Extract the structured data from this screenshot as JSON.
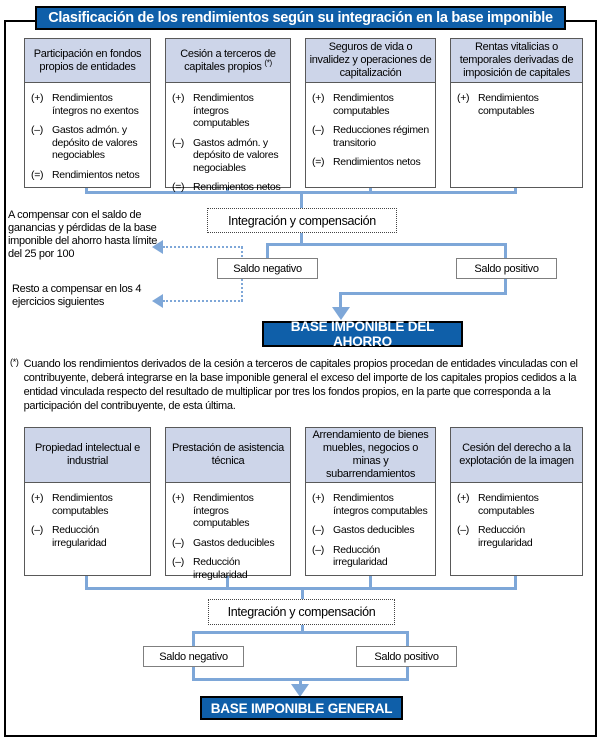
{
  "title": "Clasificación de los rendimientos según su integración en la base imponible",
  "theme": {
    "brand": "#0f5fa9",
    "header_bg": "#cdd5e9",
    "connector": "#7ea7d8",
    "box_border": "#595959",
    "saldo_border": "#7f7f7f"
  },
  "sections": [
    {
      "name": "base imponible del ahorro",
      "boxes": [
        {
          "header": "Participación en fondos propios de entidades",
          "items": [
            {
              "m": "(+)",
              "t": "Rendimientos íntegros no exentos"
            },
            {
              "m": "(–)",
              "t": "Gastos admón. y depósito de valores negociables"
            },
            {
              "m": "(=)",
              "t": "Rendimientos netos"
            }
          ]
        },
        {
          "header": "Cesión a terceros de capitales propios",
          "note": "(*)",
          "items": [
            {
              "m": "(+)",
              "t": "Rendimientos íntegros computables"
            },
            {
              "m": "(–)",
              "t": "Gastos admón. y depósito de valores negociables"
            },
            {
              "m": "(=)",
              "t": "Rendimientos netos"
            }
          ]
        },
        {
          "header": "Seguros de vida o invalidez y operaciones de capitalización",
          "items": [
            {
              "m": "(+)",
              "t": "Rendimientos computables"
            },
            {
              "m": "(–)",
              "t": "Reducciones régimen transitorio"
            },
            {
              "m": "(=)",
              "t": "Rendimientos netos"
            }
          ]
        },
        {
          "header": "Rentas vitalicias o temporales derivadas de imposición de capitales",
          "items": [
            {
              "m": "(+)",
              "t": "Rendimientos computables"
            }
          ]
        }
      ],
      "integration_label": "Integración y compensación",
      "saldo_negativo": "Saldo negativo",
      "saldo_positivo": "Saldo positivo",
      "result_label": "BASE IMPONIBLE DEL AHORRO",
      "annotations": [
        "A compensar con el saldo de ganancias y pérdidas de la base imponible del ahorro hasta límite del 25 por 100",
        "Resto a compensar en los 4 ejercicios siguientes"
      ]
    },
    {
      "name": "base imponible general",
      "boxes": [
        {
          "header": "Propiedad intelectual e industrial",
          "items": [
            {
              "m": "(+)",
              "t": "Rendimientos computables"
            },
            {
              "m": "(–)",
              "t": "Reducción irregularidad"
            }
          ]
        },
        {
          "header": "Prestación de asistencia técnica",
          "items": [
            {
              "m": "(+)",
              "t": "Rendimientos íntegros computables"
            },
            {
              "m": "(–)",
              "t": "Gastos deducibles"
            },
            {
              "m": "(–)",
              "t": "Reducción irregularidad"
            }
          ]
        },
        {
          "header": "Arrendamiento de bienes muebles, negocios o minas y subarrendamientos",
          "items": [
            {
              "m": "(+)",
              "t": "Rendimientos íntegros computables"
            },
            {
              "m": "(–)",
              "t": "Gastos deducibles"
            },
            {
              "m": "(–)",
              "t": "Reducción irregularidad"
            }
          ]
        },
        {
          "header": "Cesión del derecho a la explotación de la imagen",
          "items": [
            {
              "m": "(+)",
              "t": "Rendimientos computables"
            },
            {
              "m": "(–)",
              "t": "Reducción irregularidad"
            }
          ]
        }
      ],
      "integration_label": "Integración y compensación",
      "saldo_negativo": "Saldo negativo",
      "saldo_positivo": "Saldo positivo",
      "result_label": "BASE IMPONIBLE GENERAL"
    }
  ],
  "footnote": {
    "marker": "(*)",
    "text": "Cuando los rendimientos derivados de la cesión a terceros de capitales propios procedan de entidades vinculadas con el contribuyente, deberá integrarse en la base imponible general el exceso del importe de los capitales propios cedidos a la entidad vinculada respecto del resultado de multiplicar por tres los fondos propios, en la parte que corresponda a la participación del contribuyente, de esta última."
  }
}
